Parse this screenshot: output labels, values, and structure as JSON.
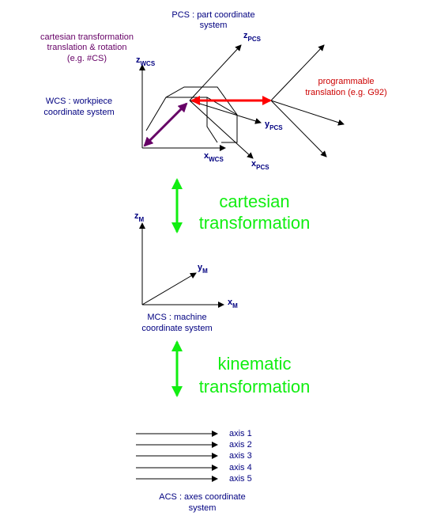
{
  "pcs": {
    "line1": "PCS : part coordinate",
    "line2": "system"
  },
  "cartesian_note": {
    "line1": "cartesian transformation",
    "line2": "translation & rotation",
    "line3": "(e.g. #CS)"
  },
  "wcs": {
    "line1": "WCS : workpiece",
    "line2": "coordinate system"
  },
  "programmable": {
    "line1": "programmable",
    "line2": "translation (e.g. G92)"
  },
  "axes_wcs": {
    "z": "z",
    "z_sub": "WCS",
    "x": "x",
    "x_sub": "WCS"
  },
  "axes_pcs": {
    "z": "z",
    "z_sub": "PCS",
    "y": "y",
    "y_sub": "PCS",
    "x": "x",
    "x_sub": "PCS"
  },
  "transform1": {
    "line1": "cartesian",
    "line2": "transformation"
  },
  "axes_mcs": {
    "z": "z",
    "z_sub": "M",
    "y": "y",
    "y_sub": "M",
    "x": "x",
    "x_sub": "M"
  },
  "mcs": {
    "line1": "MCS : machine",
    "line2": "coordinate system"
  },
  "transform2": {
    "line1": "kinematic",
    "line2": "transformation"
  },
  "axes_list": [
    "axis 1",
    "axis 2",
    "axis 3",
    "axis 4",
    "axis 5"
  ],
  "acs": {
    "line1": "ACS : axes coordinate",
    "line2": "system"
  },
  "colors": {
    "navy": "#000080",
    "purple": "#660066",
    "red": "#cc0000",
    "green": "#11ee11"
  }
}
